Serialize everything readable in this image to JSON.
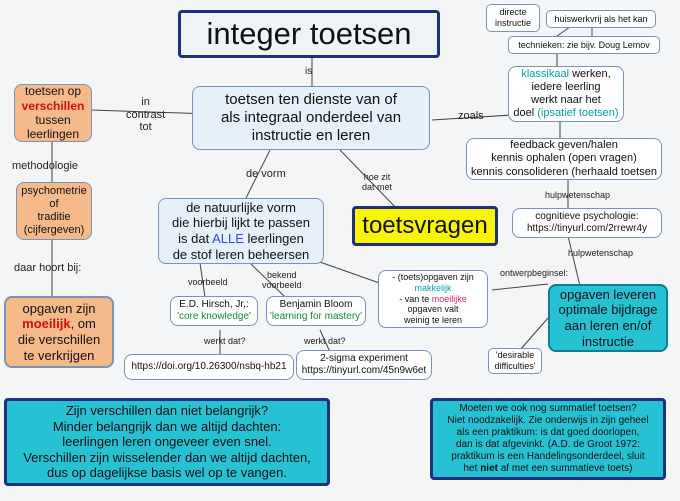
{
  "title": "integer toetsen",
  "center": [
    "toetsen ten dienste van of",
    "als integraal onderdeel van",
    "instructie en leren"
  ],
  "links": {
    "is": "is",
    "in_contrast": [
      "in",
      "contrast",
      "tot"
    ],
    "zoals": "zoals",
    "de_vorm": "de vorm",
    "hoe_zit": [
      "hoe zit",
      "dat met"
    ],
    "methodologie": "methodologie",
    "daar_hoort_bij": "daar hoort bij:",
    "voorbeeld": "voorbeeld",
    "bekend_voorbeeld": [
      "bekend",
      "voorbeeld"
    ],
    "werkt_dat_1": "werkt dat?",
    "werkt_dat_2": "werkt dat?",
    "hulpwetenschap_1": "hulpwetenschap",
    "hulpwetenschap_2": "hulpwetenschap",
    "ontwerpbeginsel": "ontwerpbeginsel:"
  },
  "left": {
    "verschillen": {
      "l1": "toetsen op",
      "l2": "verschillen",
      "l3": "tussen",
      "l4": "leerlingen"
    },
    "psychometrie": [
      "psychometrie",
      "of",
      "traditie",
      "(cijfergeven)"
    ],
    "moeilijk": {
      "l1": "opgaven zijn",
      "l2": "moeilijk",
      "l2b": ", om",
      "l3": "die verschillen",
      "l4": "te verkrijgen"
    }
  },
  "top_right": {
    "directe": [
      "directe",
      "instructie"
    ],
    "huiswerk": "huiswerkvrij als het kan",
    "technieken": "technieken: zie bijv. Doug Lemov",
    "klassikaal": {
      "w1": "klassikaal",
      "w1b": " werken,",
      "l2": "iedere leerling",
      "l3": "werkt naar het",
      "l4a": "doel ",
      "l4b": "(ipsatief toetsen)"
    }
  },
  "feedback": [
    "feedback geven/halen",
    "kennis ophalen (open vragen)",
    "kennis consolideren (herhaald toetsen"
  ],
  "cognitive": [
    "cognitieve psychologie:",
    "https://tinyurl.com/2rrewr4y"
  ],
  "toetsvragen": "toetsvragen",
  "vorm_box": {
    "l1": "de natuurlijke vorm",
    "l2": "die hierbij lijkt te passen",
    "l3a": "is dat ",
    "l3b": "ALLE",
    "l3c": " leerlingen",
    "l4": "de stof leren beheersen"
  },
  "hirsch": {
    "l1": "E.D. Hirsch, Jr,:",
    "l2": "'core knowledge'"
  },
  "bloom": {
    "l1": "Benjamin Bloom",
    "l2": "'learning for mastery'"
  },
  "doi": "https://doi.org/10.26300/nsbq-hb21",
  "sigma": [
    "2-sigma experiment",
    "https://tinyurl.com/45n9w6et"
  ],
  "opgaven_small": {
    "l1": "- (toets)opgaven zijn",
    "l2": "makkelijk",
    "l3a": "- van te ",
    "l3b": "moeilijke",
    "l4": "opgaven valt",
    "l5": "weinig te leren"
  },
  "bijdrage": [
    "opgaven leveren",
    "optimale bijdrage",
    "aan leren en/of",
    "instructie"
  ],
  "desirable": [
    "'desirable",
    "difficulties'"
  ],
  "bottom_left": [
    "Zijn verschillen dan niet belangrijk?",
    "Minder belangrijk dan we altijd dachten:",
    "leerlingen leren ongeveer even snel.",
    "Verschillen zijn wisselender dan we altijd dachten,",
    "dus op dagelijkse basis wel op te vangen."
  ],
  "bottom_right": {
    "l1": "Moeten we ook nog summatief toetsen?",
    "l2": "Niet noodzakelijk.  Zie onderwijs in zijn geheel",
    "l3": "als een praktikum: is dat goed doorlopen,",
    "l4": "dan is dat afgevinkt.  (A.D. de Groot 1972:",
    "l5": "praktikum is een Handelingsonderdeel, sluit",
    "l6a": "het ",
    "l6b": "niet",
    "l6c": " af met een summatieve toets)"
  },
  "colors": {
    "orange": "#f5b98a",
    "cyan": "#27c1d4",
    "yellow": "#f9f305",
    "light_blue": "#e6f0fa",
    "red": "#d01010",
    "teal": "#0aa1a8"
  }
}
